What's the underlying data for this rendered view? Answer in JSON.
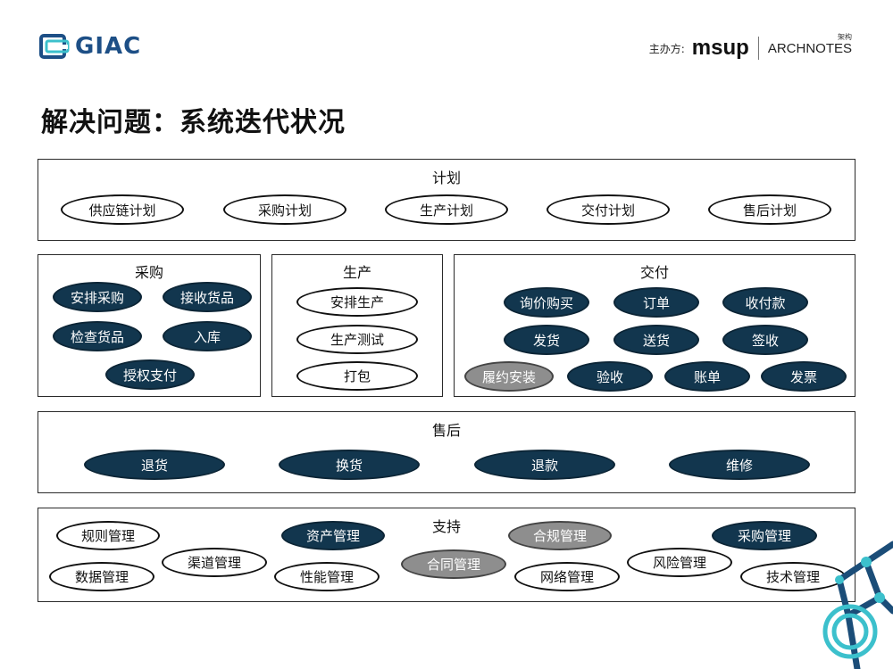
{
  "brand": {
    "logo_text": "GIAC",
    "sponsor_label": "主办方:",
    "sponsor_msup": "msup",
    "sponsor_arch": "ARCHNOTES",
    "sponsor_arch_cn": "架构"
  },
  "title": "解决问题：系统迭代状况",
  "colors": {
    "navy": "#12364e",
    "gray": "#8e8e8e",
    "white": "#ffffff",
    "brand": "#1d4f86",
    "teal": "#3cc0cc"
  },
  "sections": {
    "plan": {
      "title": "计划",
      "items": [
        "供应链计划",
        "采购计划",
        "生产计划",
        "交付计划",
        "售后计划"
      ]
    },
    "purchase": {
      "title": "采购",
      "items": [
        "安排采购",
        "接收货品",
        "检查货品",
        "入库",
        "授权支付"
      ]
    },
    "production": {
      "title": "生产",
      "items": [
        "安排生产",
        "生产测试",
        "打包"
      ]
    },
    "delivery": {
      "title": "交付",
      "items": [
        "询价购买",
        "订单",
        "收付款",
        "发货",
        "送货",
        "签收",
        "履约安装",
        "验收",
        "账单",
        "发票"
      ]
    },
    "aftersales": {
      "title": "售后",
      "items": [
        "退货",
        "换货",
        "退款",
        "维修"
      ]
    },
    "support": {
      "title": "支持",
      "items": [
        "规则管理",
        "资产管理",
        "合规管理",
        "采购管理",
        "渠道管理",
        "合同管理",
        "风险管理",
        "数据管理",
        "性能管理",
        "网络管理",
        "技术管理"
      ]
    }
  }
}
